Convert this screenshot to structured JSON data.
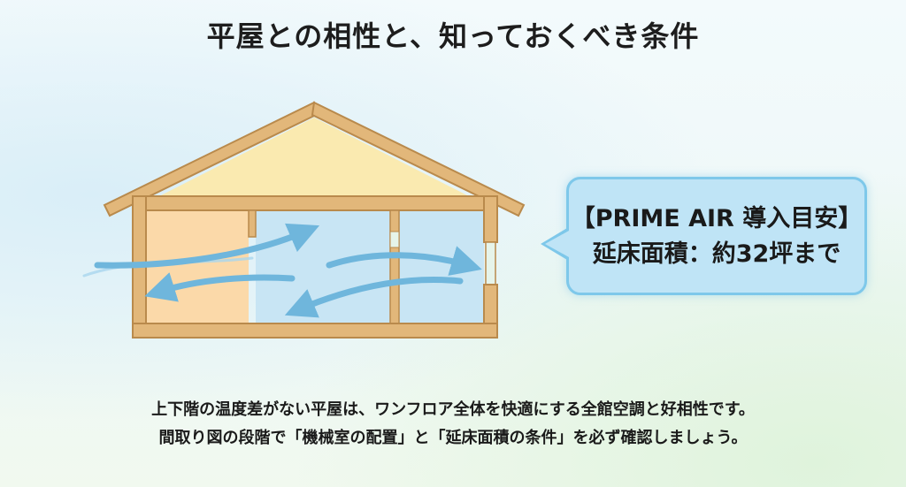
{
  "title": "平屋との相性と、知っておくべき条件",
  "callout": {
    "line1": "【PRIME AIR 導入目安】",
    "line2": "延床面積：約32坪まで"
  },
  "caption": {
    "line1": "上下階の温度差がない平屋は、ワンフロア全体を快適にする全館空調と好相性です。",
    "line2": "間取り図の段階で「機械室の配置」と「延床面積の条件」を必ず確認しましょう。"
  },
  "colors": {
    "wood": "#e2b77a",
    "wood_dark": "#b98a4c",
    "roof_fill": "#faeab0",
    "room_orange": "#fbd9a9",
    "room_blue": "#c8e5f4",
    "arrow": "#6fb6dc",
    "callout_border": "#7ec8ea",
    "callout_fill": "#bfe4f6"
  }
}
